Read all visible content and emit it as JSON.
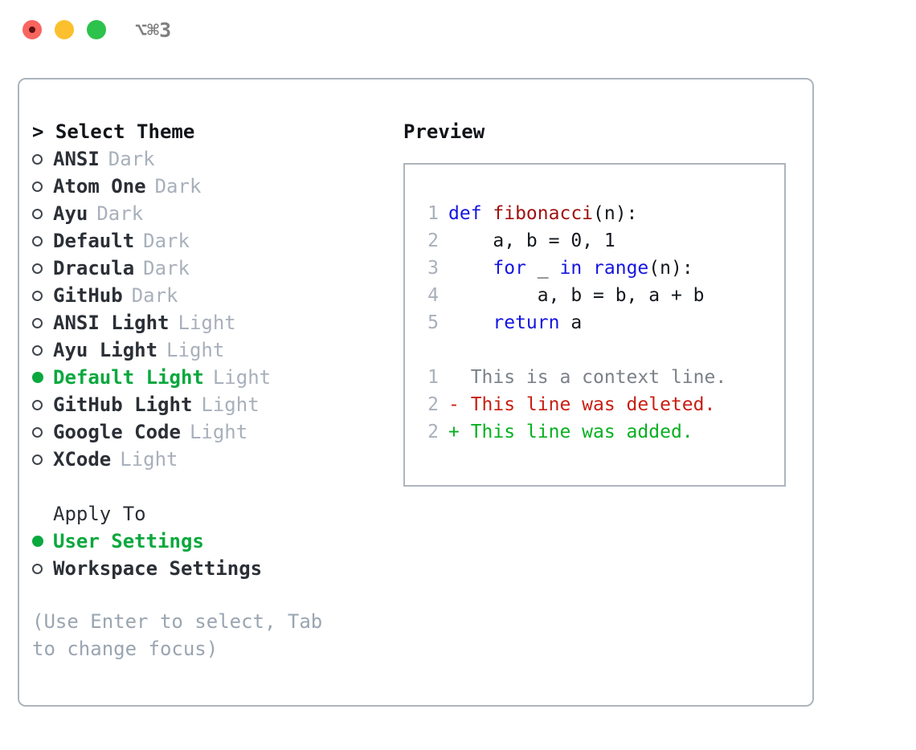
{
  "window": {
    "shortcut": "⌥⌘3",
    "traffic_lights": [
      "close",
      "minimize",
      "maximize"
    ],
    "colors": {
      "red": "#f9655f",
      "yellow": "#fcc02e",
      "green": "#2dc24b",
      "accent_green": "#0aa83e",
      "border": "#adb5bd",
      "muted": "#a8b0bb",
      "hint": "#9aa5b1"
    }
  },
  "theme_picker": {
    "title": "> Select Theme",
    "items": [
      {
        "marker": "empty",
        "label": "ANSI",
        "suffix": "Dark",
        "selected": false
      },
      {
        "marker": "empty",
        "label": "Atom One",
        "suffix": "Dark",
        "selected": false
      },
      {
        "marker": "empty",
        "label": "Ayu",
        "suffix": "Dark",
        "selected": false
      },
      {
        "marker": "empty",
        "label": "Default",
        "suffix": "Dark",
        "selected": false
      },
      {
        "marker": "empty",
        "label": "Dracula",
        "suffix": "Dark",
        "selected": false
      },
      {
        "marker": "empty",
        "label": "GitHub",
        "suffix": "Dark",
        "selected": false
      },
      {
        "marker": "empty",
        "label": "ANSI Light",
        "suffix": "Light",
        "selected": false
      },
      {
        "marker": "empty",
        "label": "Ayu Light",
        "suffix": "Light",
        "selected": false
      },
      {
        "marker": "filled",
        "label": "Default Light",
        "suffix": "Light",
        "selected": true
      },
      {
        "marker": "empty",
        "label": "GitHub Light",
        "suffix": "Light",
        "selected": false
      },
      {
        "marker": "empty",
        "label": "Google Code",
        "suffix": "Light",
        "selected": false
      },
      {
        "marker": "empty",
        "label": "XCode",
        "suffix": "Light",
        "selected": false
      }
    ]
  },
  "apply_to": {
    "title": "Apply To",
    "items": [
      {
        "marker": "filled",
        "label": "User Settings",
        "selected": true
      },
      {
        "marker": "empty",
        "label": "Workspace Settings",
        "selected": false
      }
    ]
  },
  "hint": "(Use Enter to select, Tab to change focus)",
  "preview": {
    "title": "Preview",
    "code_lines": [
      {
        "no": "1",
        "tokens": [
          {
            "t": "def ",
            "c": "kw"
          },
          {
            "t": "fibonacci",
            "c": "fn"
          },
          {
            "t": "(n):",
            "c": "txt"
          }
        ]
      },
      {
        "no": "2",
        "tokens": [
          {
            "t": "    a, b = 0, 1",
            "c": "txt"
          }
        ]
      },
      {
        "no": "3",
        "tokens": [
          {
            "t": "    ",
            "c": "txt"
          },
          {
            "t": "for",
            "c": "kw"
          },
          {
            "t": " _ ",
            "c": "txt"
          },
          {
            "t": "in",
            "c": "kw"
          },
          {
            "t": " ",
            "c": "txt"
          },
          {
            "t": "range",
            "c": "kw"
          },
          {
            "t": "(n):",
            "c": "txt"
          }
        ]
      },
      {
        "no": "4",
        "tokens": [
          {
            "t": "        a, b = b, a + b",
            "c": "txt"
          }
        ]
      },
      {
        "no": "5",
        "tokens": [
          {
            "t": "    ",
            "c": "txt"
          },
          {
            "t": "return",
            "c": "kw"
          },
          {
            "t": " a",
            "c": "txt"
          }
        ]
      }
    ],
    "diff_lines": [
      {
        "no": "1",
        "sign": "  ",
        "text": "This is a context line.",
        "kind": "ctx"
      },
      {
        "no": "2",
        "sign": "- ",
        "text": "This line was deleted.",
        "kind": "del"
      },
      {
        "no": "2",
        "sign": "+ ",
        "text": "This line was added.",
        "kind": "add"
      }
    ]
  }
}
